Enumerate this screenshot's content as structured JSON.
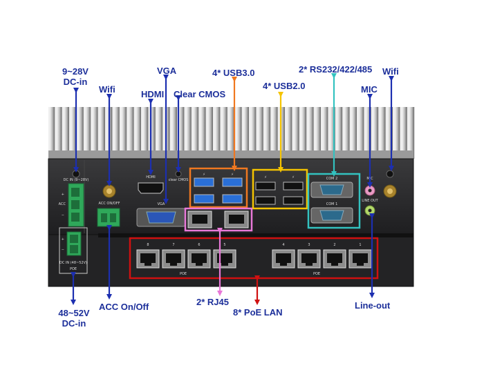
{
  "callouts": {
    "dc_in_top_line1": "9~28V",
    "dc_in_top_line2": "DC-in",
    "wifi_left": "Wifi",
    "hdmi": "HDMI",
    "vga": "VGA",
    "clear_cmos": "Clear CMOS",
    "usb3": "4* USB3.0",
    "usb2": "4* USB2.0",
    "com": "2* RS232/422/485",
    "mic": "MIC",
    "wifi_right": "Wifi",
    "dc_in_bottom_line1": "48~52V",
    "dc_in_bottom_line2": "DC-in",
    "acc": "ACC On/Off",
    "rj45": "2* RJ45",
    "poe_lan": "8* PoE LAN",
    "line_out": "Line-out"
  },
  "panel_labels": {
    "dc_in_top": "DC IN (9~28V)",
    "acc": "ACC",
    "acc_onoff": "ACC ON/OFF",
    "hdmi": "HDMI",
    "clear_cmos": "clear CMOS",
    "vga": "VGA",
    "com2": "COM 2",
    "com1": "COM 1",
    "mic": "MIC",
    "line_out": "LINE OUT",
    "dc_in_bottom": "DC IN (48~52V)",
    "poe_box": "POE",
    "poe_left": "POE",
    "poe_right": "POE",
    "port_numbers": [
      "8",
      "7",
      "6",
      "5",
      "4",
      "3",
      "2",
      "1"
    ]
  },
  "colors": {
    "label_text": "#1c2f9a",
    "blue_arrow": "#1c2fb0",
    "usb3_box": "#f07820",
    "usb2_box": "#f5c400",
    "com_box": "#33c2c0",
    "rj45_box": "#e878d8",
    "poe_box": "#d01010",
    "chassis": "#2b2b2d",
    "heatsink": "#d8d8d8"
  }
}
